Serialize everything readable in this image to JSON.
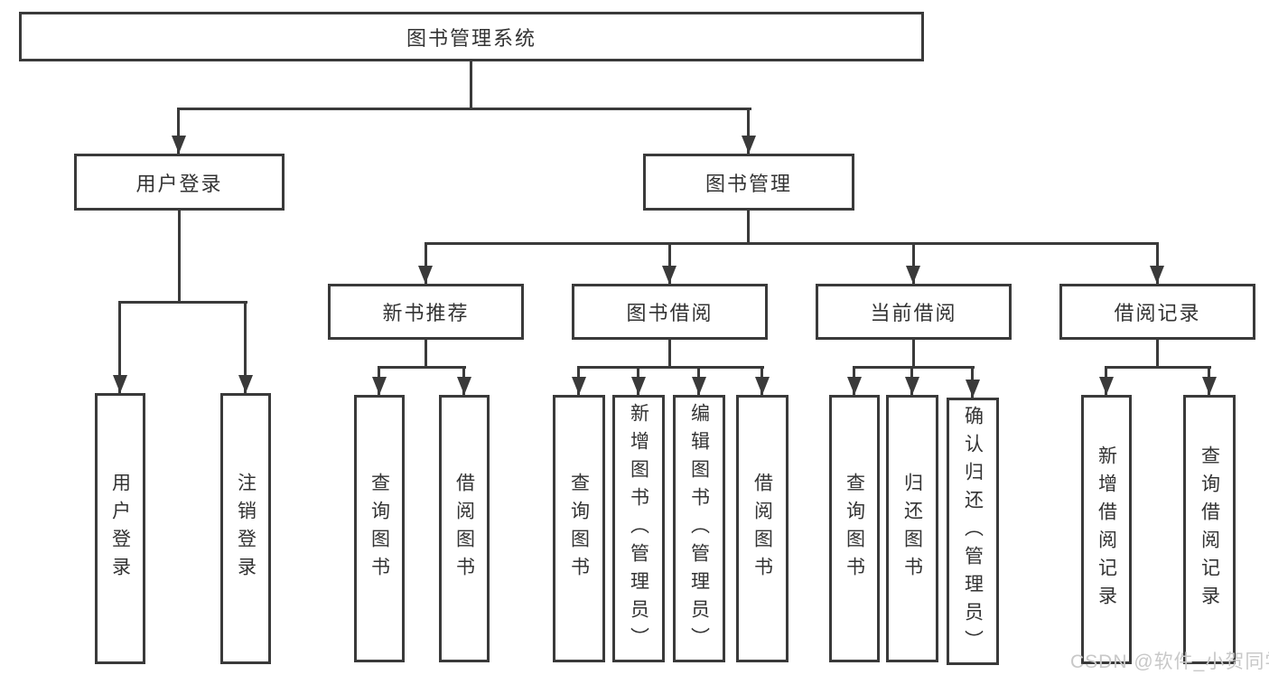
{
  "colors": {
    "line": "#3a3a3a",
    "text": "#333333",
    "watermark": "#c8c8c8"
  },
  "watermark": {
    "text": "CSDN @软件_小贺同学"
  },
  "tree": {
    "root": {
      "label": "图书管理系统",
      "children": [
        {
          "label": "用户登录",
          "children": [
            {
              "label": "用户登录"
            },
            {
              "label": "注销登录"
            }
          ]
        },
        {
          "label": "图书管理",
          "children": [
            {
              "label": "新书推荐",
              "children": [
                {
                  "label": "查询图书"
                },
                {
                  "label": "借阅图书"
                }
              ]
            },
            {
              "label": "图书借阅",
              "children": [
                {
                  "label": "查询图书"
                },
                {
                  "label": "新增图书（管理员）"
                },
                {
                  "label": "编辑图书（管理员）"
                },
                {
                  "label": "借阅图书"
                }
              ]
            },
            {
              "label": "当前借阅",
              "children": [
                {
                  "label": "查询图书"
                },
                {
                  "label": "归还图书"
                },
                {
                  "label": "确认归还（管理员）"
                }
              ]
            },
            {
              "label": "借阅记录",
              "children": [
                {
                  "label": "新增借阅记录"
                },
                {
                  "label": "查询借阅记录"
                }
              ]
            }
          ]
        }
      ]
    }
  }
}
